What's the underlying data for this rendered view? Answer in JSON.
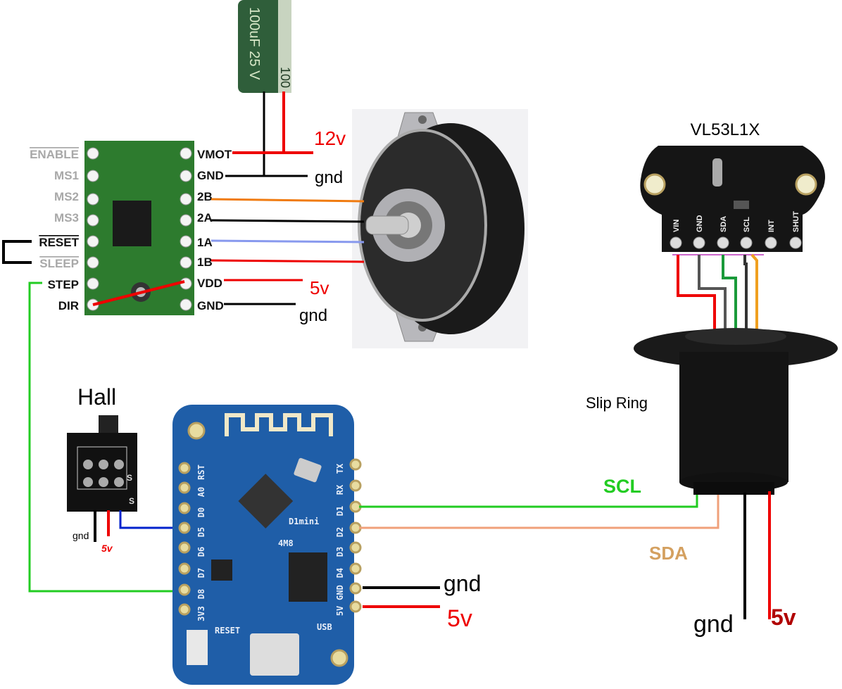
{
  "capacitor": {
    "marking": "100uF 25 V",
    "marking2": "100"
  },
  "driver": {
    "left_pins": [
      "ENABLE",
      "MS1",
      "MS2",
      "MS3",
      "RESET",
      "SLEEP",
      "STEP",
      "DIR"
    ],
    "right_pins": [
      "VMOT",
      "GND",
      "2B",
      "2A",
      "1A",
      "1B",
      "VDD",
      "GND"
    ]
  },
  "power_labels": {
    "vmot": "12v",
    "driver_gnd1": "gnd",
    "vdd": "5v",
    "driver_gnd2": "gnd",
    "d1_gnd": "gnd",
    "d1_5v": "5v",
    "hall_gnd": "gnd",
    "hall_5v": "5v",
    "slip_gnd": "gnd",
    "slip_5v": "5v"
  },
  "hall": {
    "title": "Hall",
    "silk_pins": [
      "S",
      "S"
    ]
  },
  "d1mini": {
    "name": "D1mini",
    "chip": "4M8",
    "left_pins": [
      "RST",
      "A0",
      "D0",
      "D5",
      "D6",
      "D7",
      "D8",
      "3V3"
    ],
    "right_pins": [
      "TX",
      "RX",
      "D1",
      "D2",
      "D3",
      "D4",
      "GND",
      "5V"
    ],
    "reset_label": "RESET",
    "usb_label": "USB"
  },
  "sensor": {
    "title": "VL53L1X",
    "pins": [
      "VIN",
      "GND",
      "SDA",
      "SCL",
      "INT",
      "SHUT"
    ]
  },
  "slip_ring": {
    "label": "Slip Ring"
  },
  "bus_labels": {
    "scl": "SCL",
    "sda": "SDA"
  },
  "colors": {
    "red": "#e00000",
    "black": "#000000",
    "green": "#22cc22",
    "orange": "#f07b10",
    "light_blue": "#8899ee",
    "sda": "#f0a07a",
    "blue": "#0022cc"
  }
}
